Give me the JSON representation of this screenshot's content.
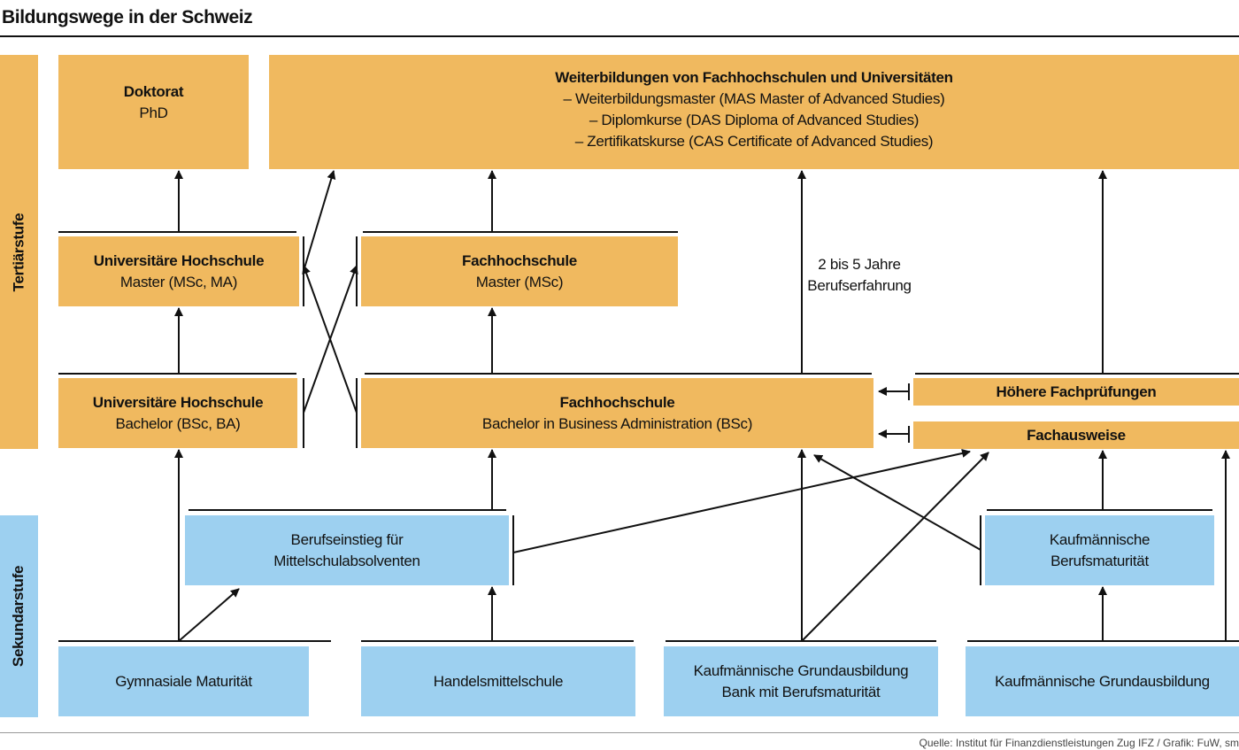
{
  "title": "Bildungswege in der Schweiz",
  "bands": {
    "tertiary": "Tertiärstufe",
    "secondary": "Sekundarstufe"
  },
  "boxes": {
    "doktorat": {
      "title": "Doktorat",
      "sub": "PhD"
    },
    "weiterbildung": {
      "title": "Weiterbildungen von Fachhochschulen und Universitäten",
      "line1": "– Weiterbildungsmaster (MAS Master of Advanced Studies)",
      "line2": "– Diplomkurse (DAS Diploma of Advanced Studies)",
      "line3": "– Zertifikatskurse (CAS Certificate of Advanced Studies)"
    },
    "uni_master": {
      "title": "Universitäre Hochschule",
      "sub": "Master (MSc, MA)"
    },
    "fh_master": {
      "title": "Fachhochschule",
      "sub": "Master (MSc)"
    },
    "uni_bachelor": {
      "title": "Universitäre Hochschule",
      "sub": "Bachelor (BSc, BA)"
    },
    "fh_bachelor": {
      "title": "Fachhochschule",
      "sub": "Bachelor in Business Administration (BSc)"
    },
    "hoehere_fp": {
      "title": "Höhere Fachprüfungen"
    },
    "fachausweise": {
      "title": "Fachausweise"
    },
    "berufseinstieg": {
      "line1": "Berufseinstieg für",
      "line2": "Mittelschulabsolventen"
    },
    "kfm_berufsmat": {
      "line1": "Kaufmännische",
      "line2": "Berufsmaturität"
    },
    "gymnasial": {
      "title": "Gymnasiale Maturität"
    },
    "handelsmittel": {
      "title": "Handelsmittelschule"
    },
    "kfm_bank": {
      "line1": "Kaufmännische Grundausbildung",
      "line2": "Bank mit Berufsmaturität"
    },
    "kfm_grund": {
      "title": "Kaufmännische Grundausbildung"
    }
  },
  "note": {
    "line1": "2 bis 5 Jahre",
    "line2": "Berufserfahrung"
  },
  "source": "Quelle: Institut für Finanzdienstleistungen Zug IFZ / Grafik: FuW, sm",
  "colors": {
    "tertiary": "#f0b95f",
    "secondary": "#9dd0f0",
    "line": "#111111"
  }
}
